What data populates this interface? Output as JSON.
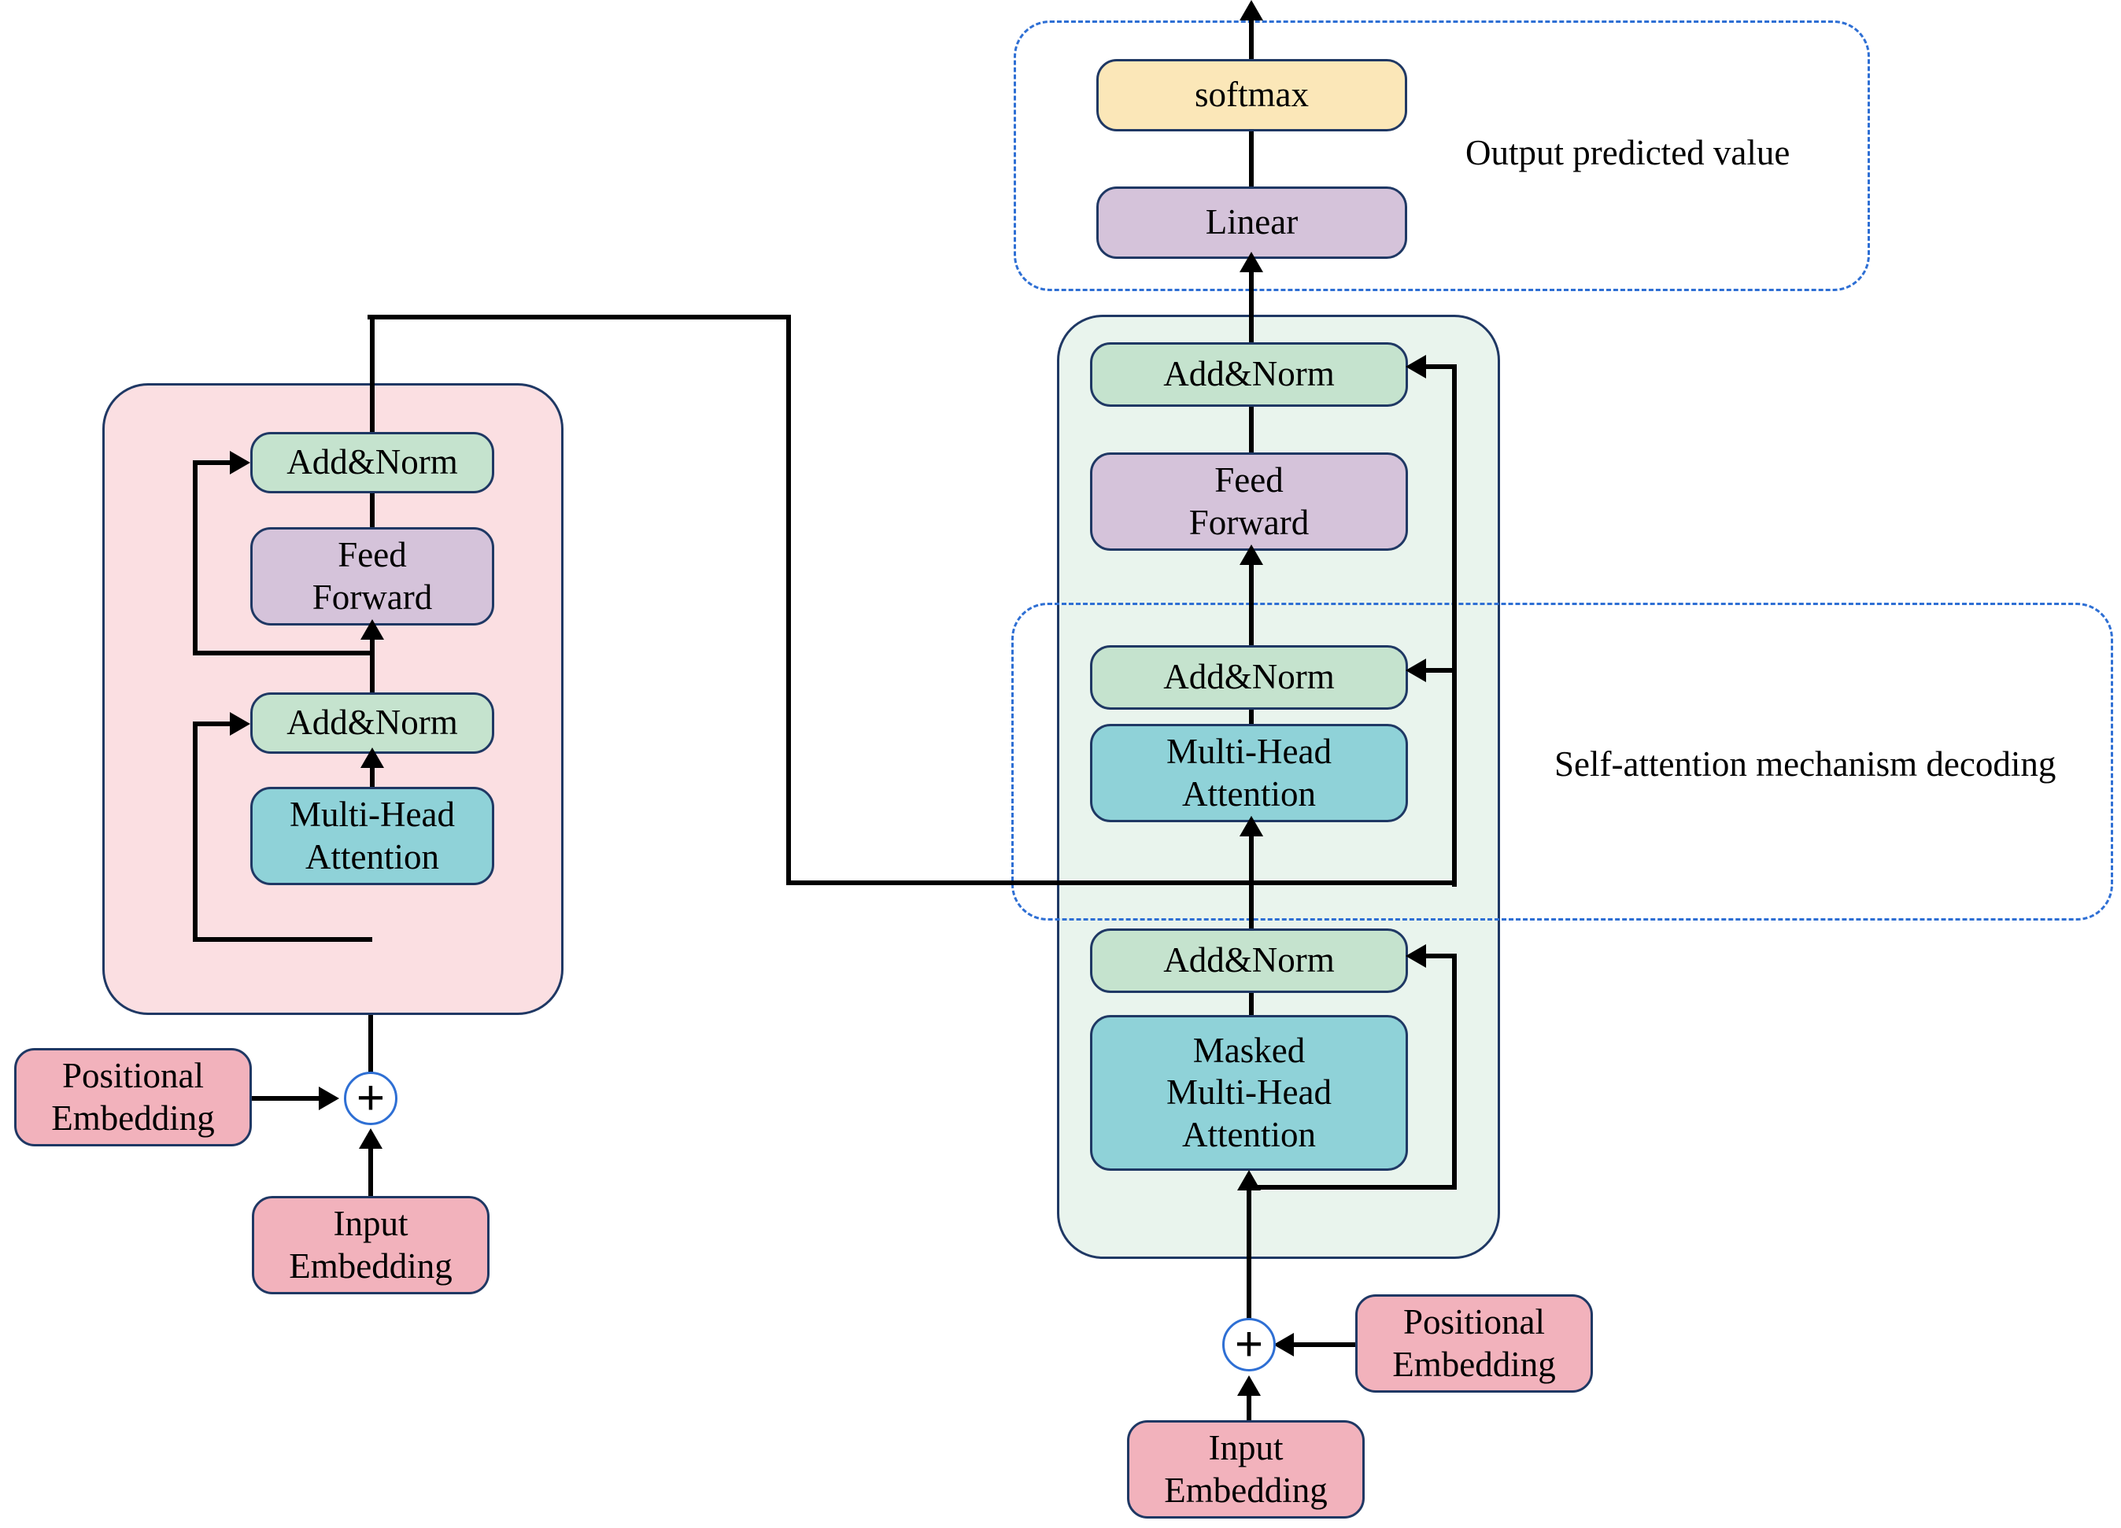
{
  "diagram": {
    "title": "Transformer encoder-decoder architecture",
    "type": "block-diagram"
  },
  "colors": {
    "addnorm": "#c5e3ce",
    "attention": "#8fd2d8",
    "feedforward": "#d5c3da",
    "embedding": "#f2b2bc",
    "softmax": "#fbe7b8",
    "encoder_bg": "#fbdfe2",
    "decoder_bg": "#e9f4ed",
    "border": "#1f3864",
    "dashed": "#2e6fd4",
    "connector": "#000000"
  },
  "encoder": {
    "add_norm_top": "Add&Norm",
    "feed_forward": "Feed\nForward",
    "add_norm_bottom": "Add&Norm",
    "multi_head_attention": "Multi-Head\nAttention",
    "positional_embedding": "Positional\nEmbedding",
    "input_embedding": "Input\nEmbedding",
    "plus": "+"
  },
  "decoder": {
    "add_norm_top": "Add&Norm",
    "feed_forward": "Feed\nForward",
    "add_norm_middle": "Add&Norm",
    "multi_head_attention": "Multi-Head\nAttention",
    "add_norm_bottom": "Add&Norm",
    "masked_multi_head_attention": "Masked\nMulti-Head\nAttention",
    "positional_embedding": "Positional\nEmbedding",
    "input_embedding": "Input\nEmbedding",
    "plus": "+"
  },
  "output_head": {
    "softmax": "softmax",
    "linear": "Linear"
  },
  "annotations": {
    "output_region_label": "Output predicted value",
    "self_attention_region_label": "Self-attention mechanism decoding"
  }
}
